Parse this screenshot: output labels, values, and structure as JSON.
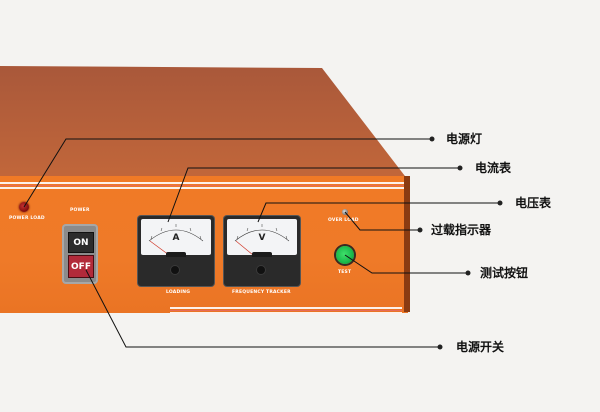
{
  "device": {
    "color_primary": "#ef7a28",
    "color_top": "#b5603a",
    "panel": {
      "power_load_label": "POWER LOAD",
      "power_label": "POWER",
      "switch_on_label": "ON",
      "switch_off_label": "OFF",
      "ammeter_unit": "A",
      "ammeter_caption": "LOADING",
      "voltmeter_unit": "V",
      "voltmeter_caption": "FREQUENCY TRACKER",
      "overload_label": "OVER LOAD",
      "test_label": "TEST"
    }
  },
  "callouts": [
    {
      "label": "电源灯",
      "target": "power-load-led"
    },
    {
      "label": "电流表",
      "target": "ammeter"
    },
    {
      "label": "电压表",
      "target": "voltmeter"
    },
    {
      "label": "过载指示器",
      "target": "overload-led"
    },
    {
      "label": "测试按钮",
      "target": "test-button"
    },
    {
      "label": "电源开关",
      "target": "power-switch"
    }
  ]
}
